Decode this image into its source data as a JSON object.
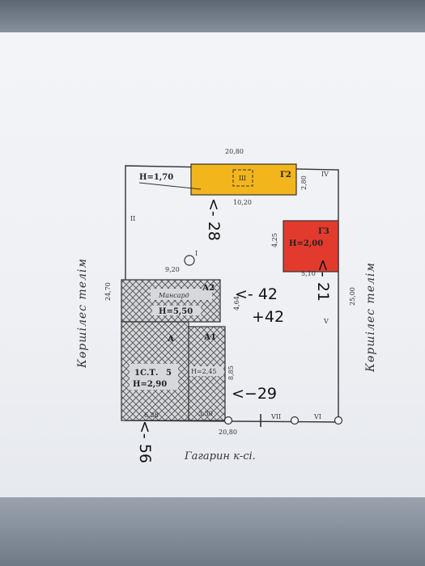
{
  "plan": {
    "neighbor_left": "Көршілес телім",
    "neighbor_right": "Көршілес телім",
    "street": "Гагарин к-сі.",
    "dim_top": "20,80",
    "dim_bottom": "20,80",
    "dim_left": "24,70",
    "dim_right": "25,00",
    "g2": {
      "code": "Г2",
      "height": "H=1,70",
      "inner": "Ш",
      "width": "10,20",
      "depth": "2,80"
    },
    "g3": {
      "code": "Г3",
      "height": "H=2,00",
      "width": "5,10",
      "depth": "4,25"
    },
    "a2": {
      "code": "А2",
      "label": "Мансард",
      "height": "H=5,50"
    },
    "a": {
      "code": "А",
      "label": "1С.Т.",
      "floors": "5",
      "height": "H=2,90",
      "width": "6,28"
    },
    "a1": {
      "code": "А1",
      "height": "H=2,45",
      "width": "3,30",
      "depth": "8,85"
    },
    "dims_misc": {
      "d920": "9,20",
      "d464": "4,64"
    },
    "roman": {
      "i": "I",
      "ii": "II",
      "iii": "III",
      "iv": "IV",
      "v": "V",
      "vi": "VI",
      "vii": "VII"
    }
  },
  "annotations": {
    "a28": "<- 28",
    "a42": "<- 42",
    "p42": "+42",
    "a21": "<- 21",
    "a29": "<−29",
    "a56": "<- 56"
  },
  "colors": {
    "g2_fill": "#f2b51b",
    "g3_fill": "#e23b2e",
    "hatch": "#555"
  }
}
